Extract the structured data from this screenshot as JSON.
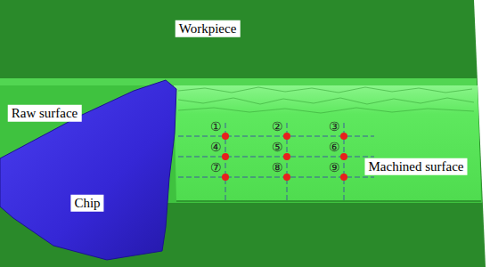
{
  "diagram": {
    "labels": [
      "Workpiece",
      "Raw surface",
      "Chip",
      "Machined surface",
      "①",
      "②",
      "③",
      "④",
      "⑤",
      "⑥",
      "⑦",
      "⑧",
      "⑨"
    ]
  }
}
